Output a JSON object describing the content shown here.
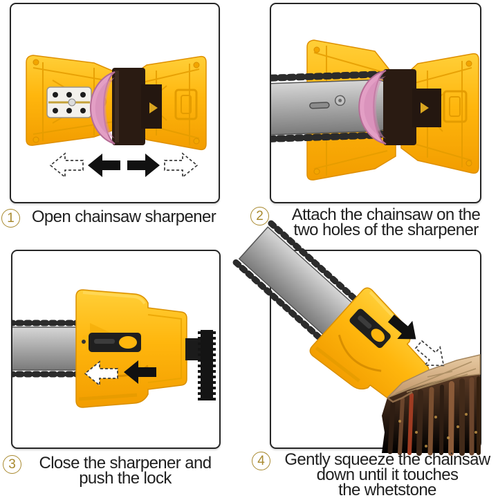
{
  "colors": {
    "sharpener_yellow": "#ffb80e",
    "sharpener_shadow": "#e89a00",
    "whetstone_pink": "#e39fc5",
    "clamp_black": "#2a1b12",
    "bar_gray": "#a9a9a9",
    "panel_border": "#262626",
    "step_number_gold": "#a8892e",
    "caption_text": "#1f1f1f",
    "stump_bark": "#4a2f1e",
    "stump_top": "#d8b68e"
  },
  "steps": [
    {
      "number": "1",
      "caption_lines": [
        "Open chainsaw sharpener"
      ],
      "icons": [
        "dashed-arrow-left",
        "solid-arrow-left",
        "solid-arrow-right",
        "dashed-arrow-right"
      ]
    },
    {
      "number": "2",
      "caption_lines": [
        "Attach the chainsaw on the",
        "two holes of the sharpener"
      ],
      "icons": []
    },
    {
      "number": "3",
      "caption_lines": [
        "Close the sharpener and",
        "push the lock"
      ],
      "icons": [
        "solid-arrow-left",
        "dashed-arrow-left"
      ]
    },
    {
      "number": "4",
      "caption_lines": [
        "Gently squeeze the chainsaw",
        "down until it touches",
        "the whetstone"
      ],
      "icons": [
        "solid-arrow-down-right",
        "dashed-arrow-down-right"
      ]
    }
  ]
}
